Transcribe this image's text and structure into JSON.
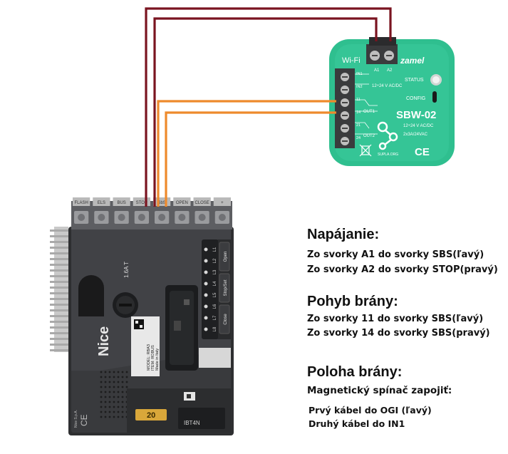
{
  "wires": {
    "supply_color": "#7a1420",
    "signal_color": "#ee8a2c"
  },
  "module": {
    "brand": "zamel",
    "model": "SBW-02",
    "wifi_label": "Wi-Fi",
    "status_label": "STATUS",
    "config_label": "CONFIG",
    "rating": "12÷24 V AC/DC",
    "output_rating": "2x3A/24VAC",
    "supply_label": "12÷24 V AC/DC",
    "website": "SUPLA.ORG",
    "terminal_labels": [
      "A1",
      "A2"
    ],
    "left_terminal_labels": [
      "IN1",
      "IN2",
      "11",
      "14",
      "21",
      "24"
    ],
    "out_labels": [
      "OUT1",
      "OUT2"
    ],
    "body_color": "#2fbf8f"
  },
  "controller": {
    "brand": "Nice",
    "terminal_labels": [
      "FLASH",
      "ELS",
      "BUS",
      "STOP",
      "SbS",
      "OPEN",
      "CLOSE",
      "+"
    ],
    "fuse_label": "1.6A T",
    "fuse_value": "20",
    "slot_label": "IBT4N",
    "led_labels": [
      "L1",
      "L2",
      "L3",
      "L4",
      "L5",
      "L6",
      "L7",
      "L8"
    ],
    "buttons": [
      "Open",
      "Stop/Set",
      "Close"
    ],
    "sticker_model": "MODEL: RBA3",
    "sticker_serial": "ITEM: ROBUS",
    "sticker_made": "Made in Italy"
  },
  "sections": [
    {
      "title": "Napájanie:",
      "lines": [
        "Zo svorky A1 do svorky SBS(ľavý)",
        "Zo svorky A2 do svorky STOP(pravý)"
      ]
    },
    {
      "title": "Pohyb brány:",
      "lines": [
        "Zo svorky 11 do svorky SBS(ľavý)",
        "Zo svorky 14 do svorky SBS(pravý)"
      ]
    },
    {
      "title": "Poloha brány:",
      "subtitle": "Magnetický spínač zapojiť:",
      "lines": [
        "Prvý kábel do OGI (ľavý)",
        "Druhý kábel do IN1"
      ]
    }
  ]
}
